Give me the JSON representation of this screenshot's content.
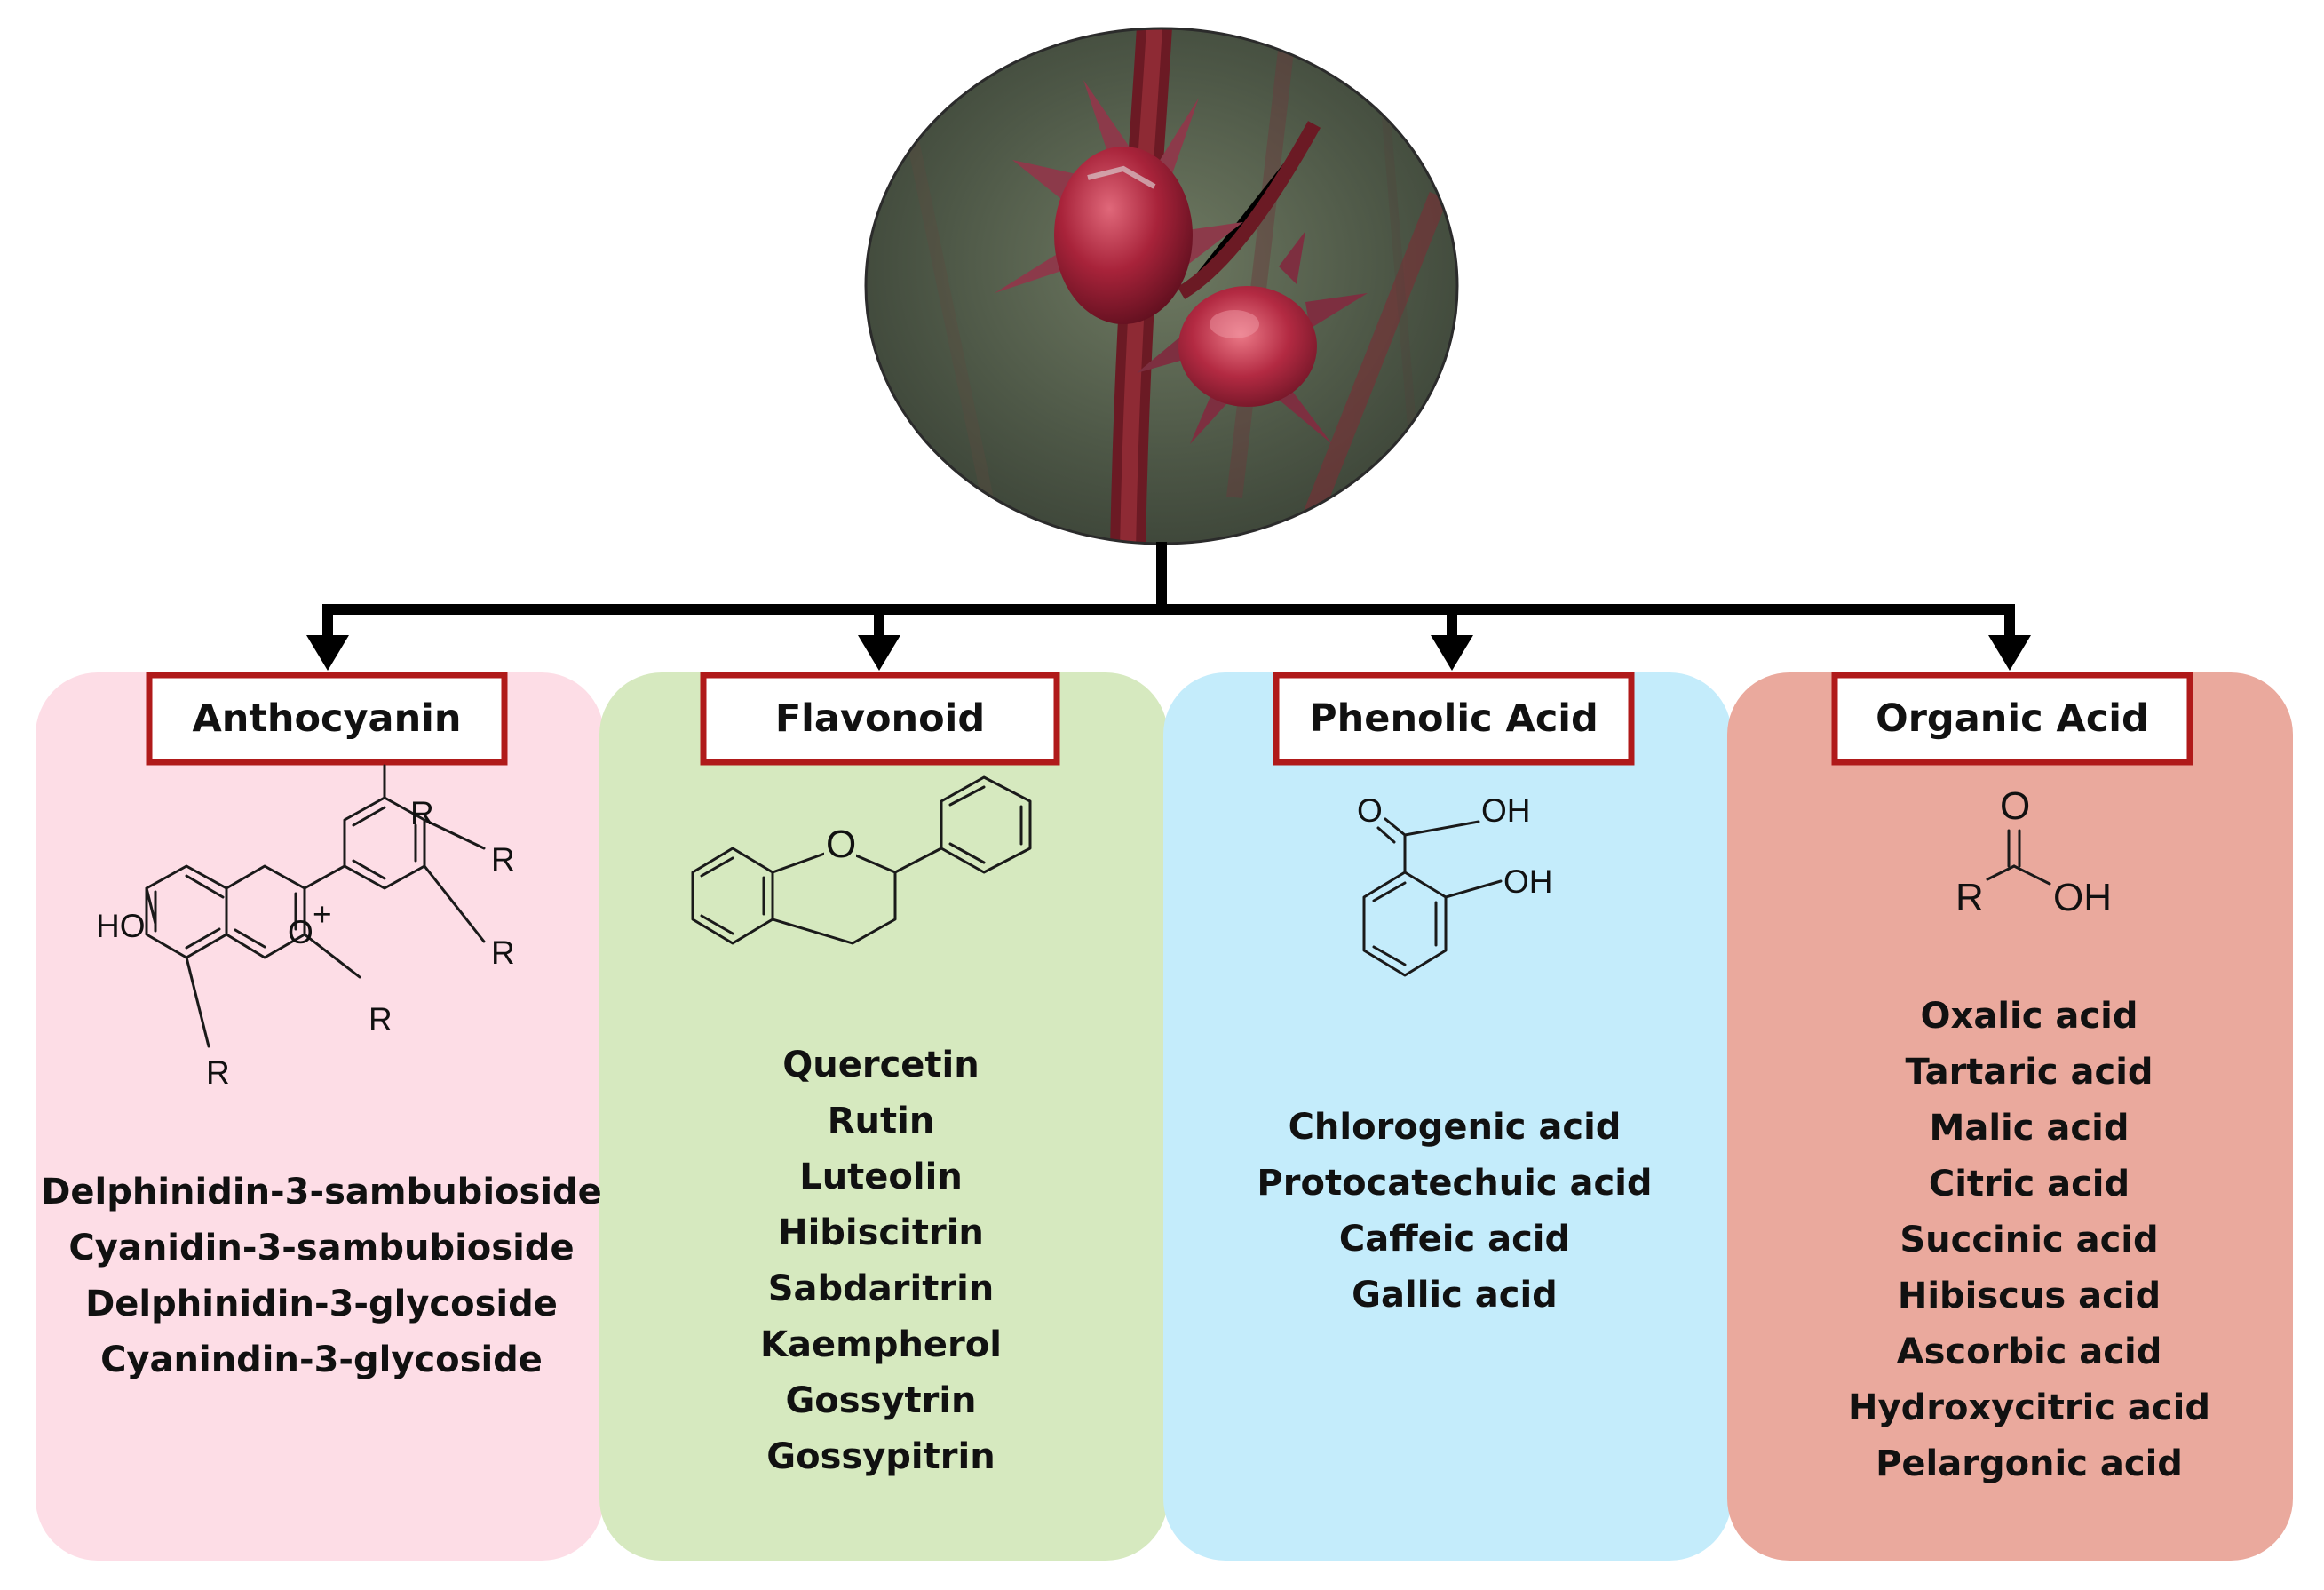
{
  "colors": {
    "connector": "#000000",
    "title_border": "#b01a1a",
    "anthocyanin_bg": "#fddde6",
    "flavonoid_bg": "#d6e9bf",
    "phenolic_bg": "#c4ecfb",
    "organic_bg": "#eaa99d"
  },
  "image": {
    "subject": "roselle (Hibiscus sabdariffa) calyces photograph"
  },
  "categories": [
    {
      "title": "Anthocyanin",
      "structure_labels": [
        "HO",
        "O",
        "+",
        "R",
        "R",
        "R",
        "R",
        "R"
      ],
      "compounds": [
        "Delphinidin-3-sambubioside",
        "Cyanidin-3-sambubioside",
        "Delphinidin-3-glycoside",
        "Cyanindin-3-glycoside"
      ]
    },
    {
      "title": "Flavonoid",
      "structure_labels": [
        "O"
      ],
      "compounds": [
        "Quercetin",
        "Rutin",
        "Luteolin",
        "Hibiscitrin",
        "Sabdaritrin",
        "Kaempherol",
        "Gossytrin",
        "Gossypitrin"
      ]
    },
    {
      "title": "Phenolic Acid",
      "structure_labels": [
        "O",
        "OH",
        "OH"
      ],
      "compounds": [
        "Chlorogenic  acid",
        "Protocatechuic  acid",
        "Caffeic  acid",
        "Gallic  acid"
      ]
    },
    {
      "title": "Organic Acid",
      "structure_labels": [
        "O",
        "R",
        "OH"
      ],
      "compounds": [
        "Oxalic  acid",
        "Tartaric  acid",
        "Malic  acid",
        "Citric  acid",
        "Succinic  acid",
        "Hibiscus  acid",
        "Ascorbic  acid",
        "Hydroxycitric  acid",
        "Pelargonic  acid"
      ]
    }
  ]
}
